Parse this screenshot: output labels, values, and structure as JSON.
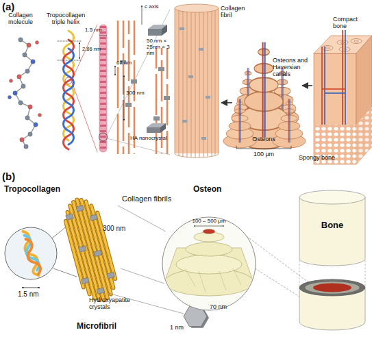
{
  "diagram": {
    "labels": [
      "(a)",
      "Collagen molecule",
      "Tropocollagen triple helix",
      "1.5 nm",
      "2.86 nm",
      "c axis",
      "50 nm × 25nm × 3 nm",
      "67 nm",
      "300 nm",
      "HA nanocrystal",
      "Collagen fibril",
      "Osteons and Haversian canals",
      "Compact bone",
      "Osteons",
      "100 μm",
      "Spongy bone",
      "(b)",
      "Tropocollagen",
      "1.5 nm",
      "Collagen fibrils",
      "300 nm",
      "Osteon",
      "100 – 500 μm",
      "Bone",
      "Hydroxyapatite crystals",
      "Microfibril",
      "70 nm",
      "1 nm"
    ]
  }
}
